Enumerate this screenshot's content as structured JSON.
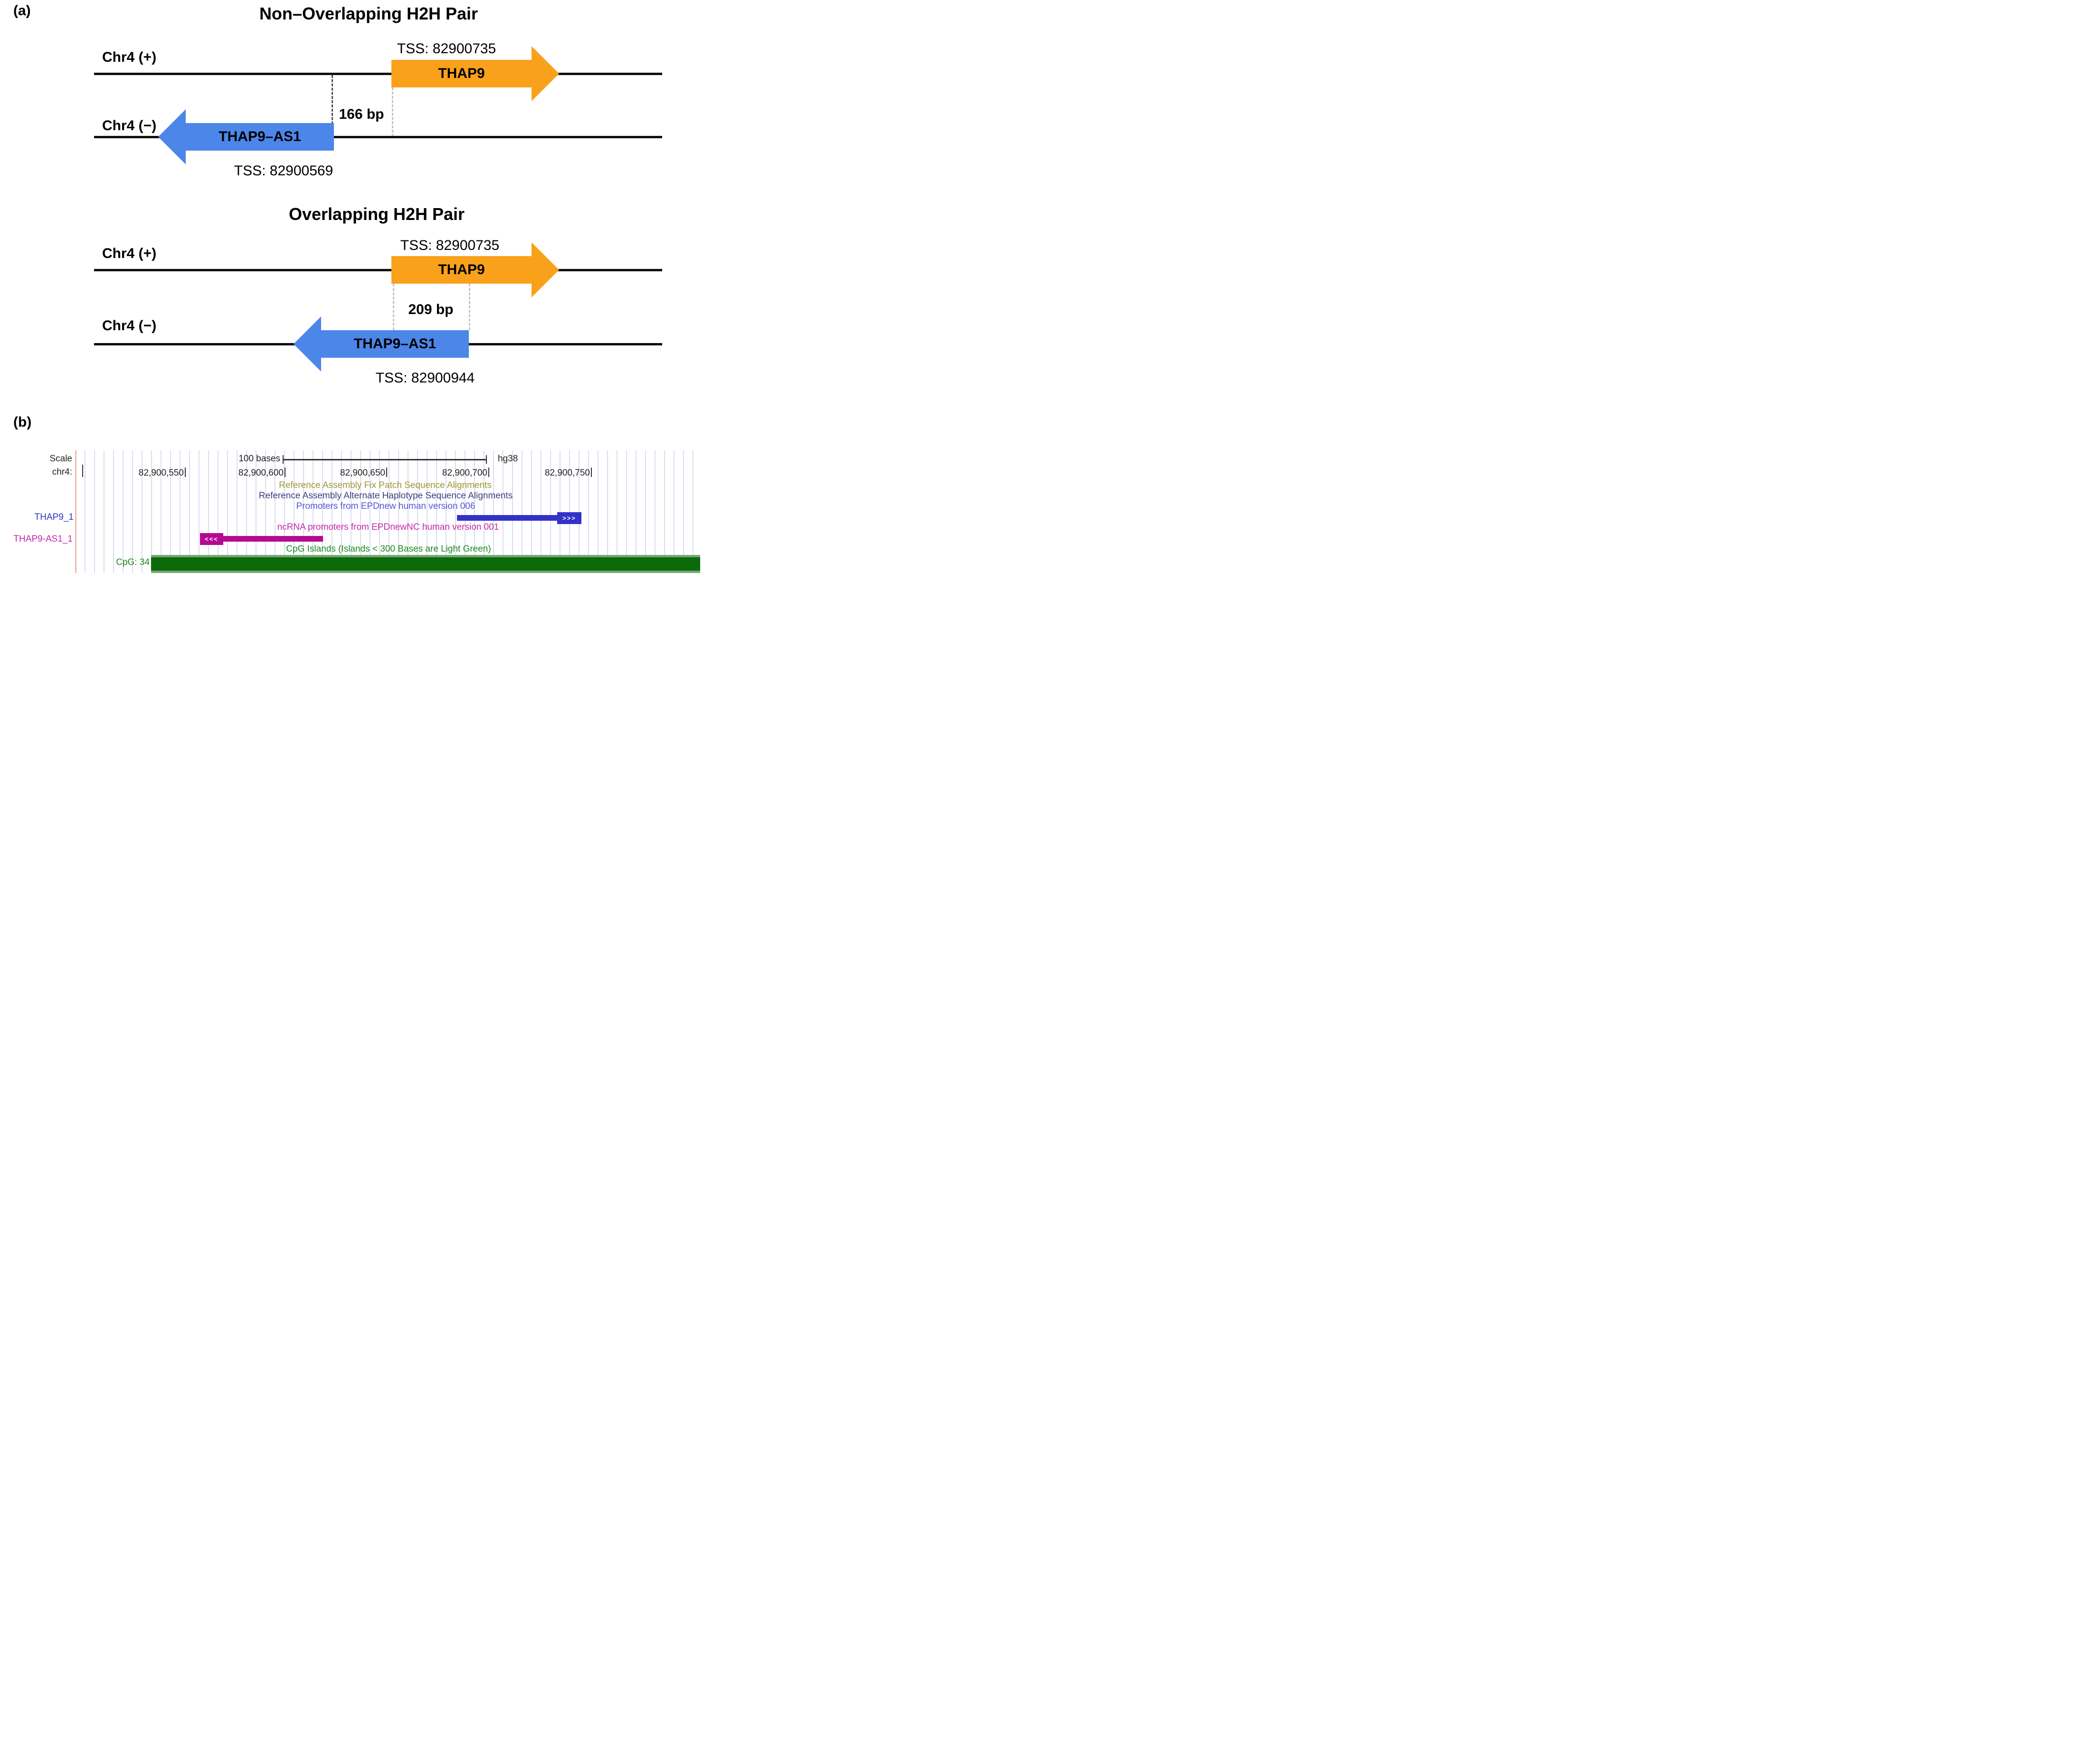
{
  "panel_a": {
    "label": "(a)",
    "diagrams": [
      {
        "title": "Non–Overlapping H2H Pair",
        "plus_strand": "Chr4 (+)",
        "minus_strand": "Chr4 (−)",
        "forward_gene": "THAP9",
        "forward_tss": "TSS: 82900735",
        "reverse_gene": "THAP9–AS1",
        "reverse_tss": "TSS: 82900569",
        "distance": "166 bp"
      },
      {
        "title": "Overlapping H2H Pair",
        "plus_strand": "Chr4 (+)",
        "minus_strand": "Chr4 (−)",
        "forward_gene": "THAP9",
        "forward_tss": "TSS: 82900735",
        "reverse_gene": "THAP9–AS1",
        "reverse_tss": "TSS: 82900944",
        "distance": "209 bp"
      }
    ],
    "colors": {
      "forward_arrow": "#F9A11B",
      "reverse_arrow": "#4C86E8"
    }
  },
  "panel_b": {
    "label": "(b)",
    "scale_row": {
      "left_label": "Scale",
      "ruler_label": "100 bases",
      "genome_label": "hg38"
    },
    "position_row": {
      "chrom": "chr4:",
      "ticks": [
        "82,900,550",
        "82,900,600",
        "82,900,650",
        "82,900,700",
        "82,900,750"
      ]
    },
    "track_titles": {
      "fix_patch": "Reference Assembly Fix Patch Sequence Alignments",
      "alt_haplotype": "Reference Assembly Alternate Haplotype Sequence Alignments",
      "epdnew": "Promoters from EPDnew human version 006",
      "epdnew_nc": "ncRNA promoters from EPDnewNC human version 001",
      "cpg": "CpG Islands (Islands < 300 Bases are Light Green)"
    },
    "items": {
      "thap9_promoter_label": "THAP9_1",
      "thap9_promoter_arrows": ">>>",
      "thap9_as1_promoter_label": "THAP9-AS1_1",
      "thap9_as1_promoter_arrows": "<<<",
      "cpg_island_label": "CpG: 34"
    },
    "colors": {
      "fix_patch": "#9F9632",
      "alt_haplotype": "#3E3E7E",
      "epdnew": "#5656D6",
      "epdnew_bar": "#3232C8",
      "epdnew_nc": "#C428AC",
      "epdnew_nc_bar": "#B30A92",
      "cpg_text": "#1A8A1A",
      "cpg_bar": "#0A6A0A",
      "grid_line": "#DCDCF5",
      "marker_line": "#F2B6B6"
    }
  }
}
